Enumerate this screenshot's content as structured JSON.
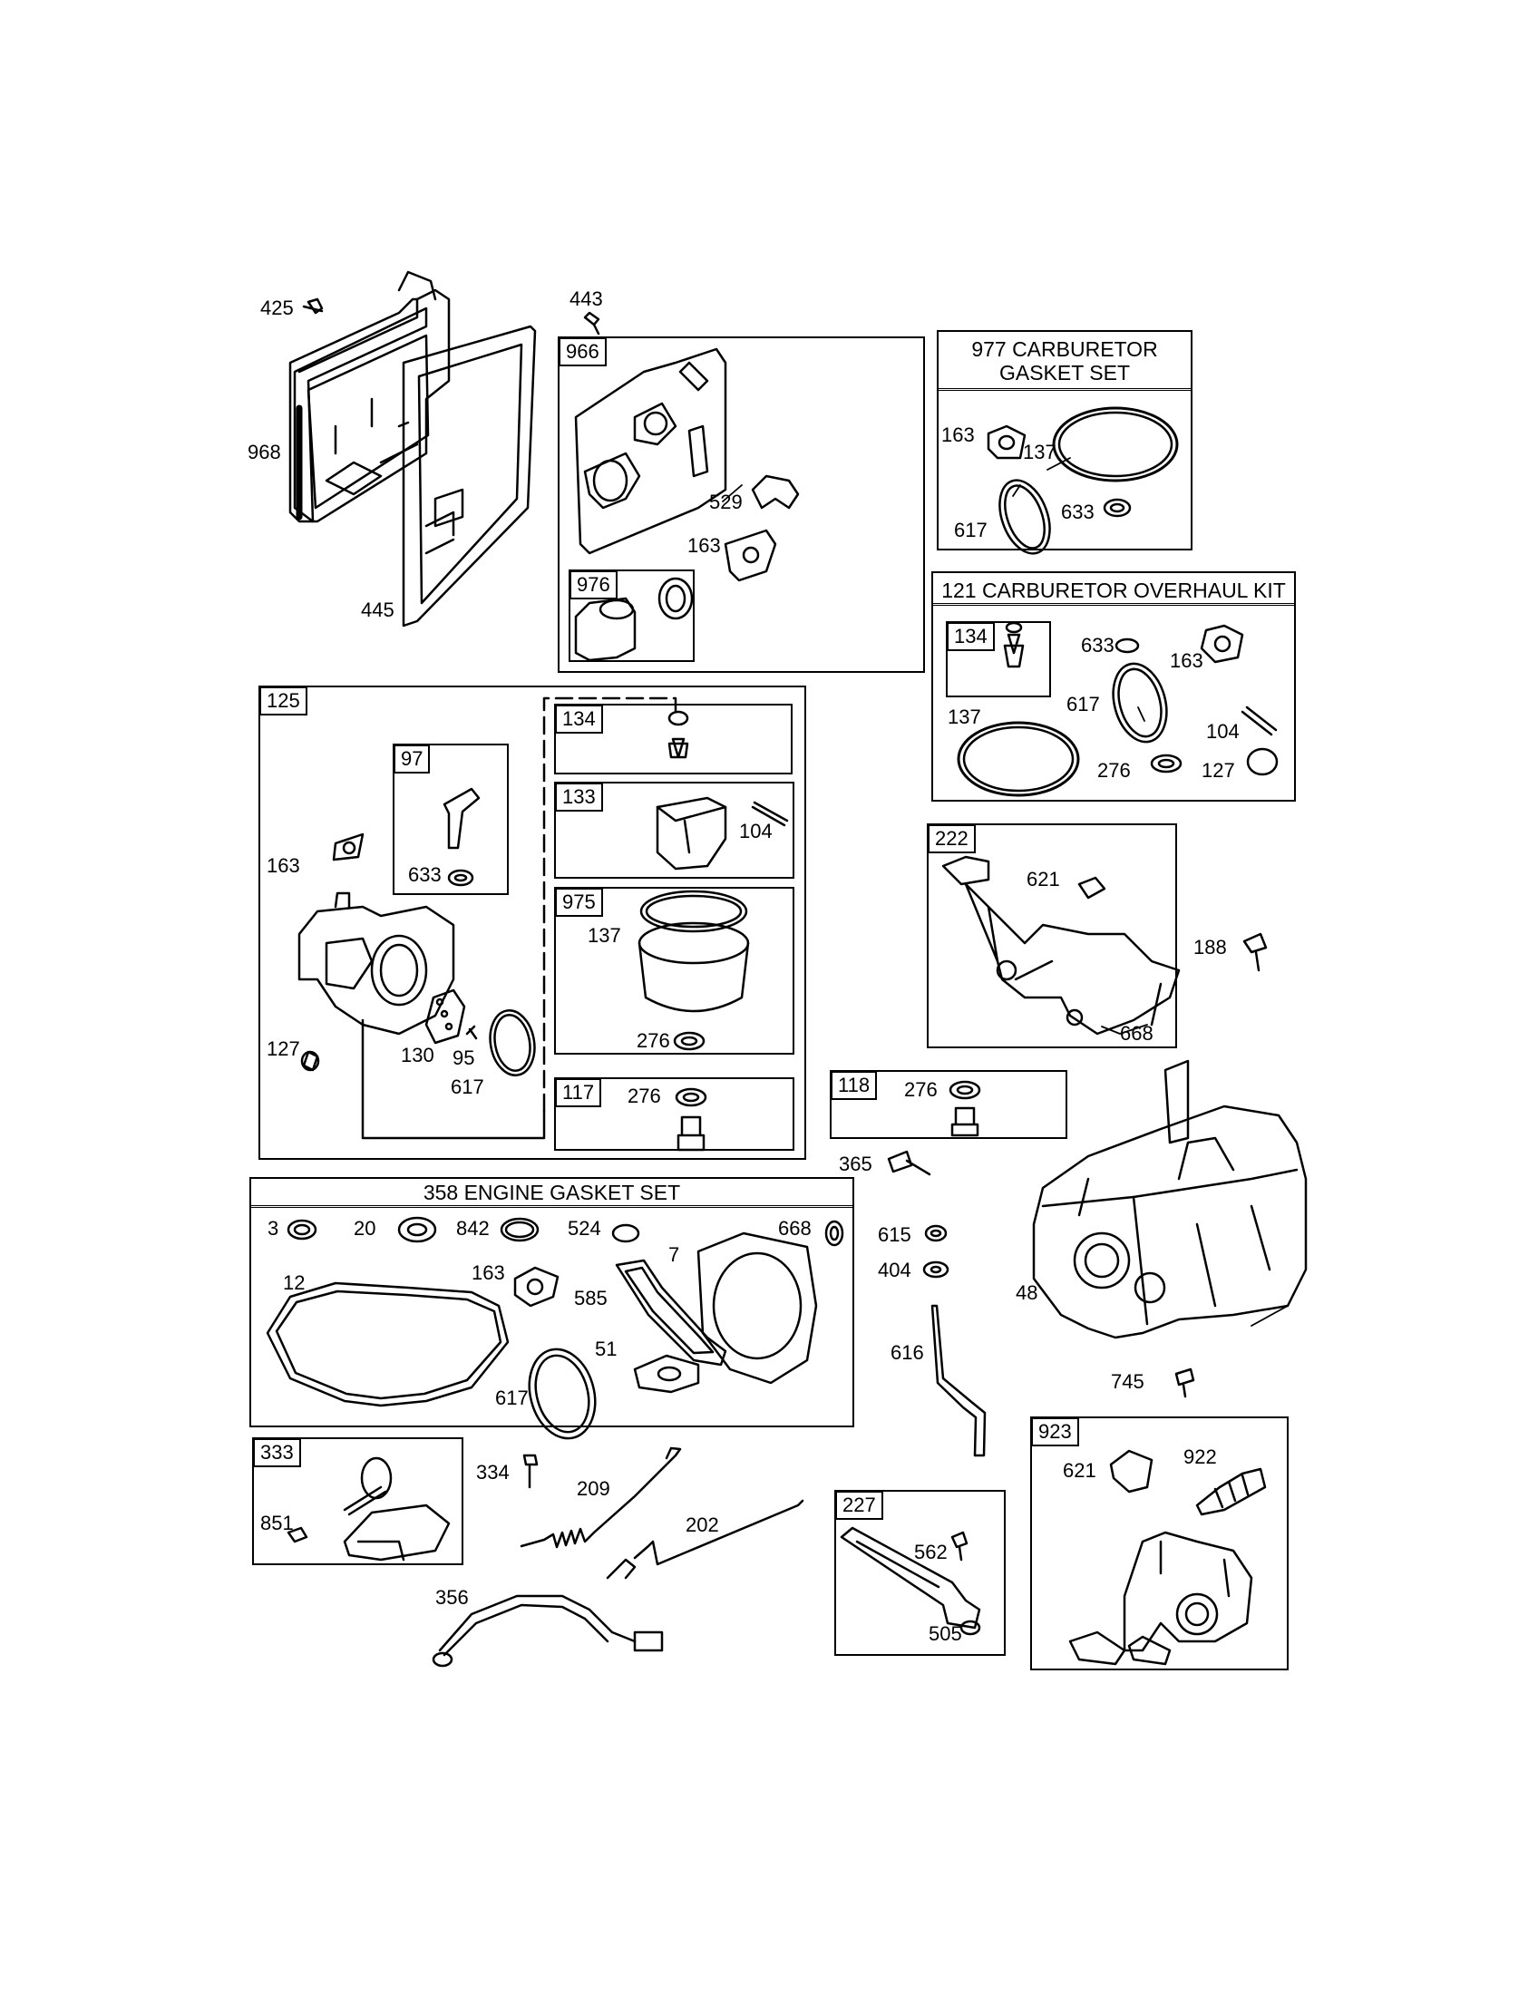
{
  "groups": {
    "g966": "966",
    "g976": "976",
    "g977": "977 CARBURETOR",
    "g977b": "GASKET SET",
    "g121": "121 CARBURETOR OVERHAUL KIT",
    "g121_134": "134",
    "g125": "125",
    "g97": "97",
    "g134": "134",
    "g133": "133",
    "g975": "975",
    "g117": "117",
    "g222": "222",
    "g118": "118",
    "g358": "358 ENGINE GASKET SET",
    "g333": "333",
    "g227": "227",
    "g923": "923"
  },
  "parts": {
    "p425": "425",
    "p968": "968",
    "p445": "445",
    "p443": "443",
    "p529": "529",
    "p163a": "163",
    "p977_163": "163",
    "p977_137": "137",
    "p977_617": "617",
    "p977_633": "633",
    "p121_633": "633",
    "p121_163": "163",
    "p121_137": "137",
    "p121_617": "617",
    "p121_104": "104",
    "p121_276": "276",
    "p121_127": "127",
    "p125_163": "163",
    "p97_633": "633",
    "p125_127": "127",
    "p125_130": "130",
    "p125_95": "95",
    "p125_617": "617",
    "p133_104": "104",
    "p975_137": "137",
    "p975_276": "276",
    "p117_276": "276",
    "p222_621": "621",
    "p222_668": "668",
    "p188": "188",
    "p118_276": "276",
    "p365": "365",
    "p48": "48",
    "p615": "615",
    "p404": "404",
    "p616": "616",
    "p745": "745",
    "p358_3": "3",
    "p358_20": "20",
    "p358_842": "842",
    "p358_524": "524",
    "p358_668": "668",
    "p358_7": "7",
    "p358_12": "12",
    "p358_163": "163",
    "p358_585": "585",
    "p358_51": "51",
    "p358_617": "617",
    "p851": "851",
    "p334": "334",
    "p209": "209",
    "p202": "202",
    "p356": "356",
    "p562": "562",
    "p505": "505",
    "p923_621": "621",
    "p923_922": "922"
  }
}
